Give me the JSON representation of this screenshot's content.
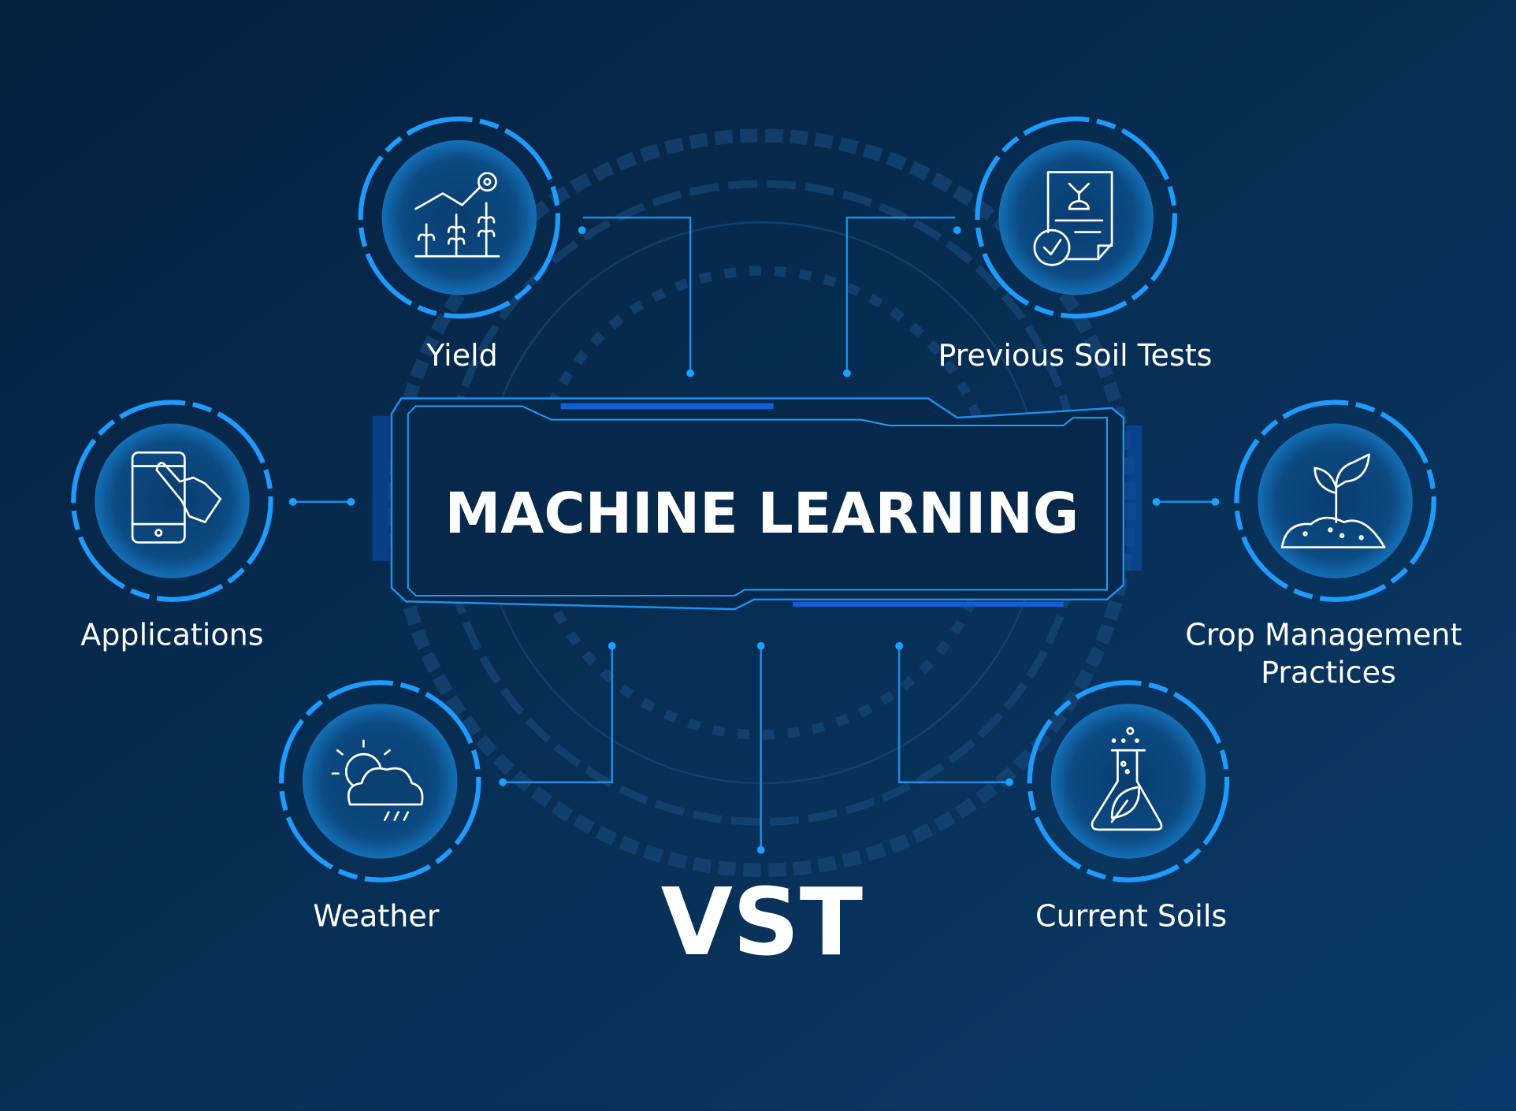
{
  "title": "MACHINE LEARNING",
  "footer": "VST",
  "nodes": [
    {
      "label": "Yield",
      "icon": "crop-yield-chart-icon"
    },
    {
      "label": "Previous Soil Tests",
      "icon": "soil-test-document-icon"
    },
    {
      "label": "Applications",
      "icon": "mobile-touch-icon"
    },
    {
      "label": "Crop Management",
      "label2": "Practices",
      "icon": "sprout-icon"
    },
    {
      "label": "Weather",
      "icon": "weather-cloud-icon"
    },
    {
      "label": "Current Soils",
      "icon": "lab-flask-leaf-icon"
    }
  ],
  "colors": {
    "background": "#05223f",
    "accent": "#1e9bff",
    "text": "#ffffff"
  }
}
